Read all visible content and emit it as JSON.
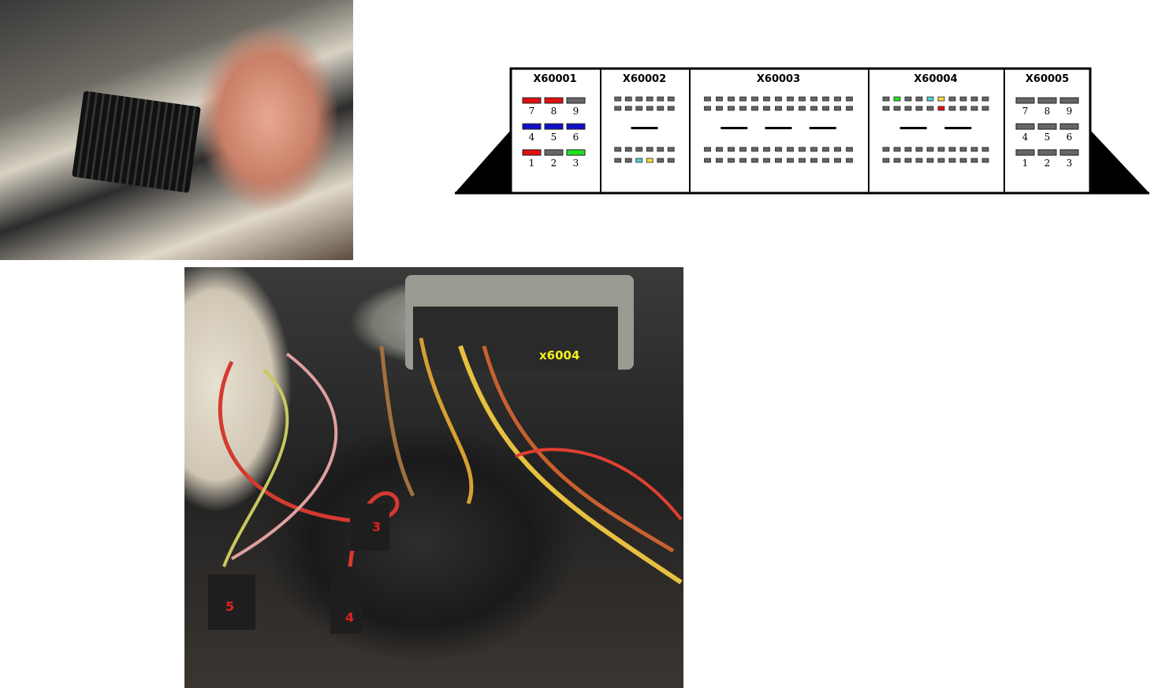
{
  "photo_top": {
    "description_labels": []
  },
  "photo_bottom": {
    "ecu_label": "x6004",
    "plug_labels": [
      "3",
      "4",
      "5"
    ]
  },
  "colors": {
    "gray": "#666666",
    "red": "#e01010",
    "blue": "#1010c8",
    "green": "#20e020",
    "cyan": "#50d0d0",
    "yellow": "#f0e040"
  },
  "connectors": [
    {
      "name": "X60001",
      "type": "large",
      "pins": [
        {
          "n": "7",
          "c": "red"
        },
        {
          "n": "8",
          "c": "red"
        },
        {
          "n": "9",
          "c": "gray"
        },
        {
          "n": "4",
          "c": "blue"
        },
        {
          "n": "5",
          "c": "blue"
        },
        {
          "n": "6",
          "c": "blue"
        },
        {
          "n": "1",
          "c": "red"
        },
        {
          "n": "2",
          "c": "gray"
        },
        {
          "n": "3",
          "c": "green"
        }
      ]
    },
    {
      "name": "X60002",
      "type": "small",
      "cols": 6,
      "highlight": {
        "3-2": "cyan",
        "3-3": "yellow"
      }
    },
    {
      "name": "X60003",
      "type": "small",
      "cols": 13,
      "highlight": {}
    },
    {
      "name": "X60004",
      "type": "small",
      "cols": 10,
      "highlight": {
        "0-1": "green",
        "0-4": "cyan",
        "0-5": "yellow",
        "1-5": "red"
      }
    },
    {
      "name": "X60005",
      "type": "large",
      "pins": [
        {
          "n": "7",
          "c": "gray"
        },
        {
          "n": "8",
          "c": "gray"
        },
        {
          "n": "9",
          "c": "gray"
        },
        {
          "n": "4",
          "c": "gray"
        },
        {
          "n": "5",
          "c": "gray"
        },
        {
          "n": "6",
          "c": "gray"
        },
        {
          "n": "1",
          "c": "gray"
        },
        {
          "n": "2",
          "c": "gray"
        },
        {
          "n": "3",
          "c": "gray"
        }
      ]
    }
  ]
}
